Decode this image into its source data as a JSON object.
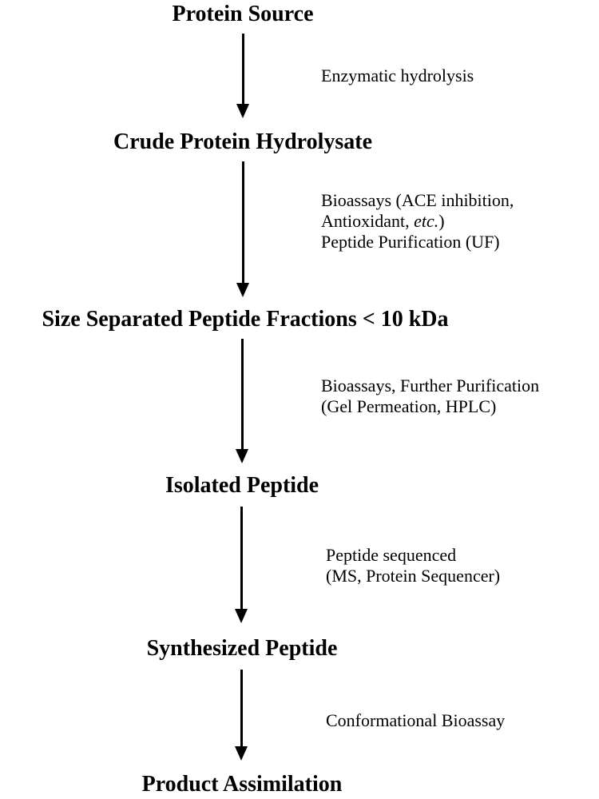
{
  "steps": [
    "Protein Source",
    "Crude Protein Hydrolysate",
    "Size Separated Peptide Fractions < 10 kDa",
    "Isolated Peptide",
    "Synthesized Peptide",
    "Product Assimilation"
  ],
  "transitions": [
    {
      "lines": [
        "Enzymatic hydrolysis"
      ]
    },
    {
      "lines": [
        "Bioassays (ACE inhibition,",
        "Antioxidant, ",
        "etc.",
        ")",
        "Peptide Purification (UF)"
      ]
    },
    {
      "lines": [
        "Bioassays, Further Purification",
        "(Gel Permeation, HPLC)"
      ]
    },
    {
      "lines": [
        "Peptide sequenced",
        "(MS, Protein Sequencer)"
      ]
    },
    {
      "lines": [
        "Conformational Bioassay"
      ]
    }
  ]
}
